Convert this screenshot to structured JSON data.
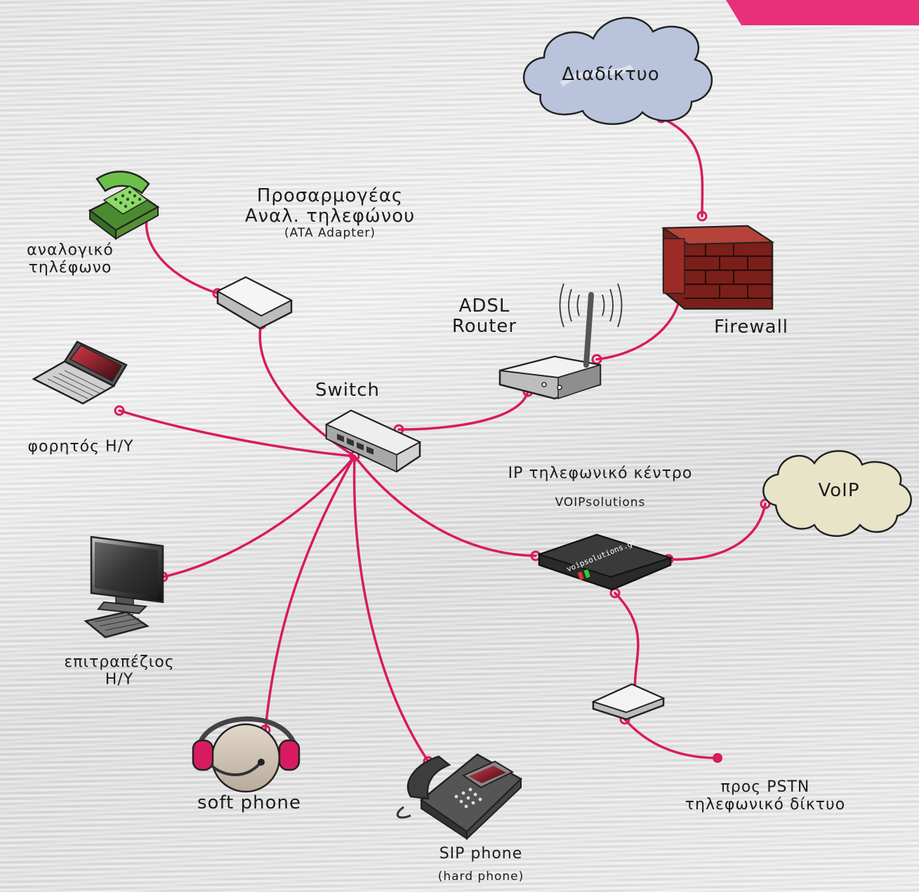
{
  "nodes": {
    "internet": {
      "label": "Διαδίκτυο"
    },
    "firewall": {
      "label": "Firewall"
    },
    "router": {
      "label_line1": "ADSL",
      "label_line2": "Router"
    },
    "ata": {
      "label_line1": "Προσαρμογέας",
      "label_line2": "Αναλ. τηλεφώνου",
      "label_line3": "(ATA Adapter)"
    },
    "analog_phone": {
      "label_line1": "αναλογικό",
      "label_line2": "τηλέφωνο"
    },
    "switch": {
      "label": "Switch"
    },
    "laptop": {
      "label": "φορητός Η/Υ"
    },
    "pbx": {
      "label": "IP τηλεφωνικό κέντρο",
      "sublabel": "VOIPsolutions",
      "device_text": "voipsolutions.gr"
    },
    "voip_cloud": {
      "label": "VoIP"
    },
    "desktop": {
      "label_line1": "επιτραπέζιος",
      "label_line2": "Η/Υ"
    },
    "soft_phone": {
      "label": "soft phone"
    },
    "sip_phone": {
      "label": "SIP phone",
      "sublabel": "(hard phone)"
    },
    "pstn": {
      "label_line1": "προς PSTN",
      "label_line2": "τηλεφωνικό δίκτυο"
    }
  },
  "colors": {
    "cable": "#d81b60",
    "accent": "#e8307a",
    "cloud_internet": "#b9c4dc",
    "cloud_voip": "#e8e4c8",
    "firewall": "#9c2b25",
    "analog_phone": "#6cc04a"
  }
}
